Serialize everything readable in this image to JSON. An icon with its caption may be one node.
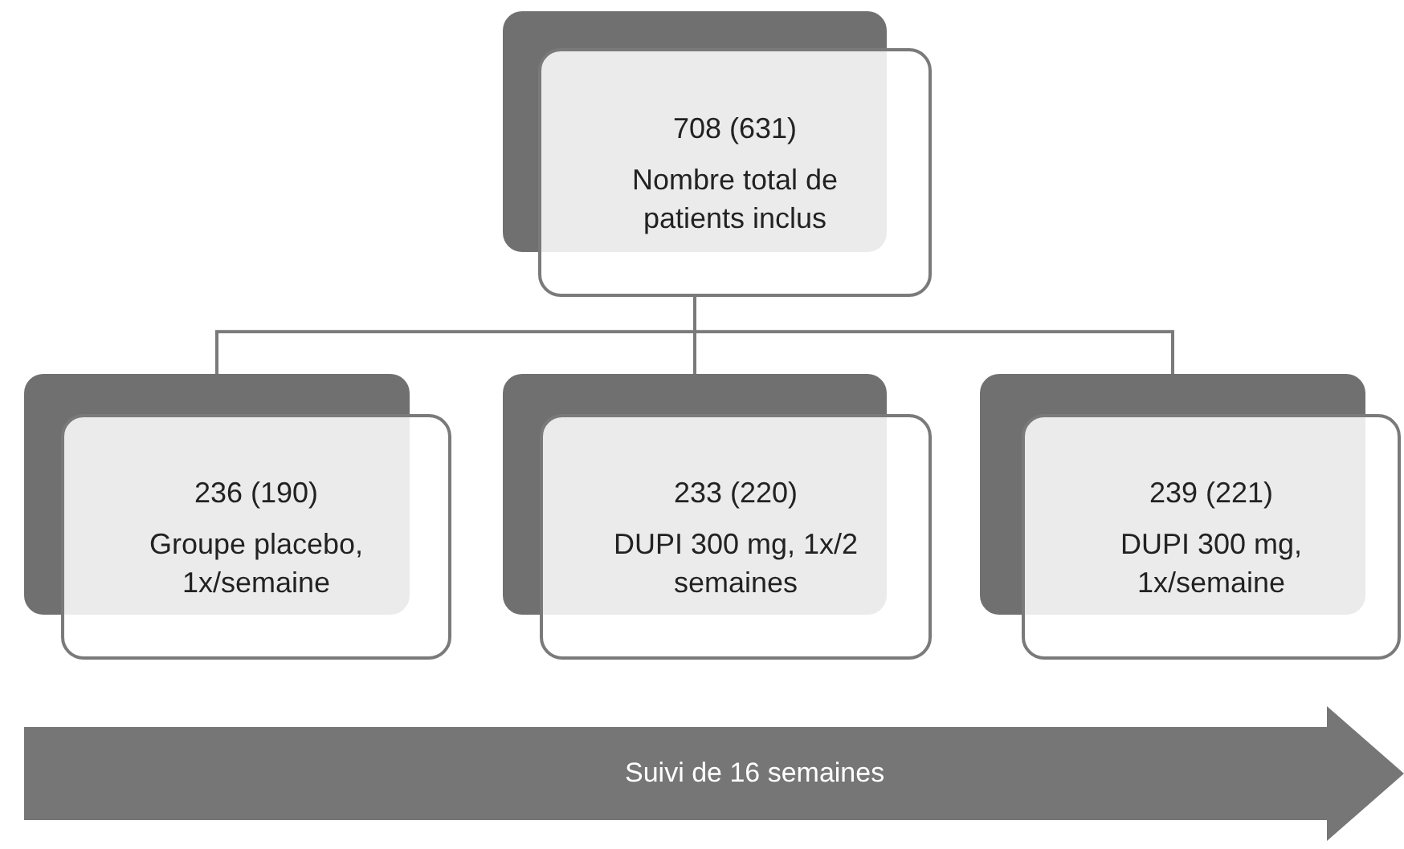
{
  "diagram": {
    "nodes": [
      {
        "text": [
          "708 (631)",
          "Nombre total de patients inclus"
        ]
      },
      {
        "text": [
          "236 (190)",
          "Groupe placebo, 1x/semaine"
        ]
      },
      {
        "text": [
          "233 (220)",
          "DUPI 300 mg, 1x/2 semaines"
        ]
      },
      {
        "text": [
          "239 (221)",
          "DUPI 300 mg, 1x/semaine"
        ]
      },
      {
        "text": [
          "Suivi de 16 semaines"
        ]
      }
    ],
    "edges": [
      {
        "from": 0,
        "to": 1,
        "arrow": "none"
      },
      {
        "from": 0,
        "to": 2,
        "arrow": "none"
      },
      {
        "from": 0,
        "to": 3,
        "arrow": "none"
      }
    ]
  }
}
